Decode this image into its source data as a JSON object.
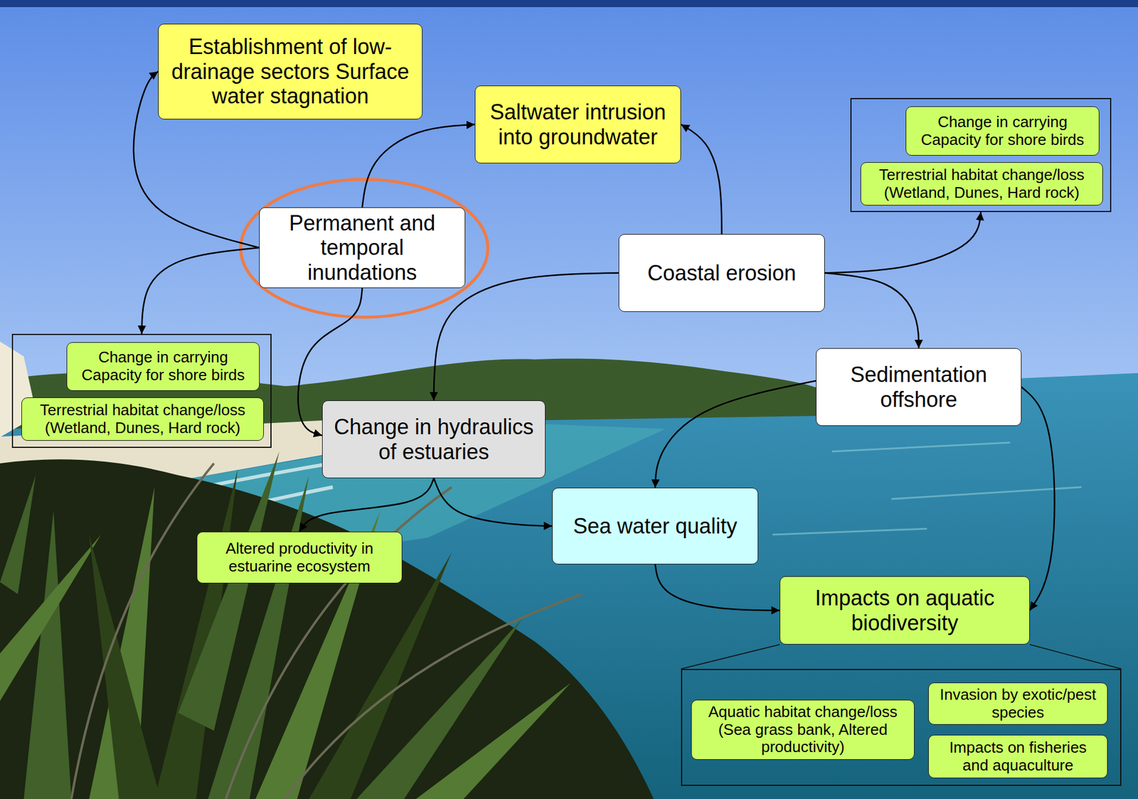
{
  "diagram": {
    "nodes": [
      {
        "text": [
          "Establishment of low-drainage sectors Surface water stagnation"
        ]
      },
      {
        "text": [
          "Saltwater intrusion into groundwater"
        ]
      },
      {
        "text": []
      },
      {
        "text": [
          "Change in carrying Capacity for shore birds"
        ],
        "in": 2
      },
      {
        "text": [
          "Terrestrial habitat change/loss (Wetland, Dunes, Hard rock)"
        ],
        "in": 2
      },
      {
        "text": [
          "Permanent and temporal inundations"
        ]
      },
      {
        "text": [
          "Coastal erosion"
        ]
      },
      {
        "text": []
      },
      {
        "text": [
          "Change in carrying Capacity for shore birds"
        ],
        "in": 7
      },
      {
        "text": [
          "Terrestrial habitat change/loss (Wetland, Dunes, Hard rock)"
        ],
        "in": 7
      },
      {
        "text": [
          "Sedimentation offshore"
        ]
      },
      {
        "text": [
          "Change in hydraulics of estuaries"
        ]
      },
      {
        "text": [
          "Sea water quality"
        ]
      },
      {
        "text": [
          "Altered productivity in estuarine ecosystem"
        ]
      },
      {
        "text": [
          "Impacts on aquatic biodiversity"
        ]
      },
      {
        "text": []
      },
      {
        "text": [
          "Invasion by exotic/pest species"
        ],
        "in": 15
      },
      {
        "text": [
          "Aquatic habitat change/loss (Sea grass bank, Altered productivity)"
        ],
        "in": 15
      },
      {
        "text": [
          "Impacts on fisheries and aquaculture"
        ],
        "in": 15
      }
    ],
    "edges": [
      {
        "from": 5,
        "to": 0,
        "arrow": "to"
      },
      {
        "from": 5,
        "to": 1,
        "arrow": "to"
      },
      {
        "from": 5,
        "to": 7,
        "arrow": "to"
      },
      {
        "from": 5,
        "to": 11,
        "arrow": "to"
      },
      {
        "from": 6,
        "to": 1,
        "arrow": "to"
      },
      {
        "from": 6,
        "to": 2,
        "arrow": "to"
      },
      {
        "from": 6,
        "to": 11,
        "arrow": "to"
      },
      {
        "from": 6,
        "to": 10,
        "arrow": "to"
      },
      {
        "from": 10,
        "to": 12,
        "arrow": "to"
      },
      {
        "from": 10,
        "to": 14,
        "arrow": "to"
      },
      {
        "from": 11,
        "to": 13,
        "arrow": "to"
      },
      {
        "from": 11,
        "to": 12,
        "arrow": "to"
      },
      {
        "from": 12,
        "to": 14,
        "arrow": "to"
      }
    ]
  }
}
